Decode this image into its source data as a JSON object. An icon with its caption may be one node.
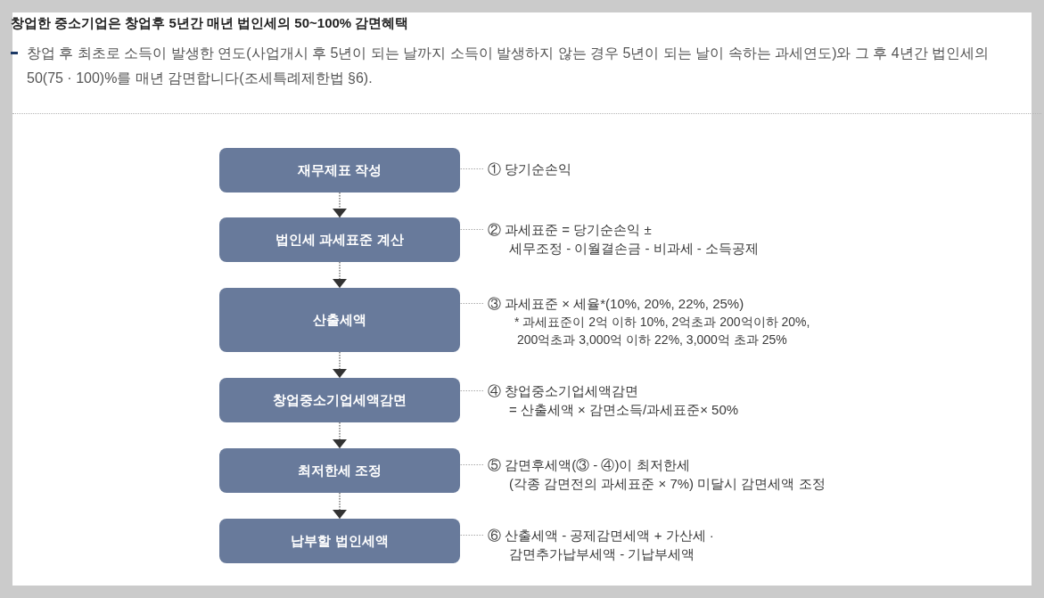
{
  "diagram": {
    "title": "창업한 중소기업은 창업후 5년간 매년 법인세의 50~100% 감면혜택",
    "nodes": [
      {
        "text": [
          "재무제표 작성"
        ]
      },
      {
        "text": [
          "법인세 과세표준 계산"
        ]
      },
      {
        "text": [
          "산출세액"
        ]
      },
      {
        "text": [
          "창업중소기업세액감면"
        ]
      },
      {
        "text": [
          "최저한세 조정"
        ]
      },
      {
        "text": [
          "납부할 법인세액"
        ]
      },
      {
        "text": [
          "① 당기순손익"
        ]
      },
      {
        "text": [
          "② 과세표준 = 당기순손익 ± 세무조정 - 이월결손금 - 비과세 - 소득공제"
        ]
      },
      {
        "text": [
          "③ 과세표준 × 세율*(10%, 20%, 22%, 25%)",
          "* 과세표준이 2억 이하 10%, 2억초과 200억이하 20%, 200억초과 3,000억 이하 22%, 3,000억 초과 25%"
        ]
      },
      {
        "text": [
          "④ 창업중소기업세액감면 = 산출세액 × 감면소득/과세표준× 50%"
        ]
      },
      {
        "text": [
          "⑤ 감면후세액(③ - ④)이 최저한세 (각종 감면전의 과세표준 × 7%) 미달시 감면세액 조정"
        ]
      },
      {
        "text": [
          "⑥ 산출세액 - 공제감면세액 + 가산세 · 감면추가납부세액 - 기납부세액"
        ]
      }
    ],
    "edges": [
      {
        "from": 0,
        "to": 1,
        "arrow": "to",
        "style": "dashed",
        "color": "#333333"
      },
      {
        "from": 1,
        "to": 2,
        "arrow": "to",
        "style": "dashed",
        "color": "#333333"
      },
      {
        "from": 2,
        "to": 3,
        "arrow": "to",
        "style": "dashed",
        "color": "#333333"
      },
      {
        "from": 3,
        "to": 4,
        "arrow": "to",
        "style": "dashed",
        "color": "#333333"
      },
      {
        "from": 4,
        "to": 5,
        "arrow": "to",
        "style": "dashed",
        "color": "#333333"
      },
      {
        "from": 6,
        "to": 0,
        "arrow": "none",
        "style": "dashed"
      },
      {
        "from": 7,
        "to": 1,
        "arrow": "none",
        "style": "dashed"
      },
      {
        "from": 8,
        "to": 2,
        "arrow": "none",
        "style": "dashed"
      },
      {
        "from": 9,
        "to": 3,
        "arrow": "none",
        "style": "dashed"
      },
      {
        "from": 10,
        "to": 4,
        "arrow": "none",
        "style": "dashed"
      },
      {
        "from": 11,
        "to": 5,
        "arrow": "none",
        "style": "dashed"
      }
    ],
    "labels": [
      "창업 후 최초로 소득이 발생한 연도(사업개시 후 5년이 되는 날까지 소득이 발생하지 않는 경우 5년이 되는 날이 속하는 과세연도)와 그 후 4년간 법인세의 50(75 · 100)%를 매년 감면합니다(조세특례제한법 §6)."
    ]
  }
}
